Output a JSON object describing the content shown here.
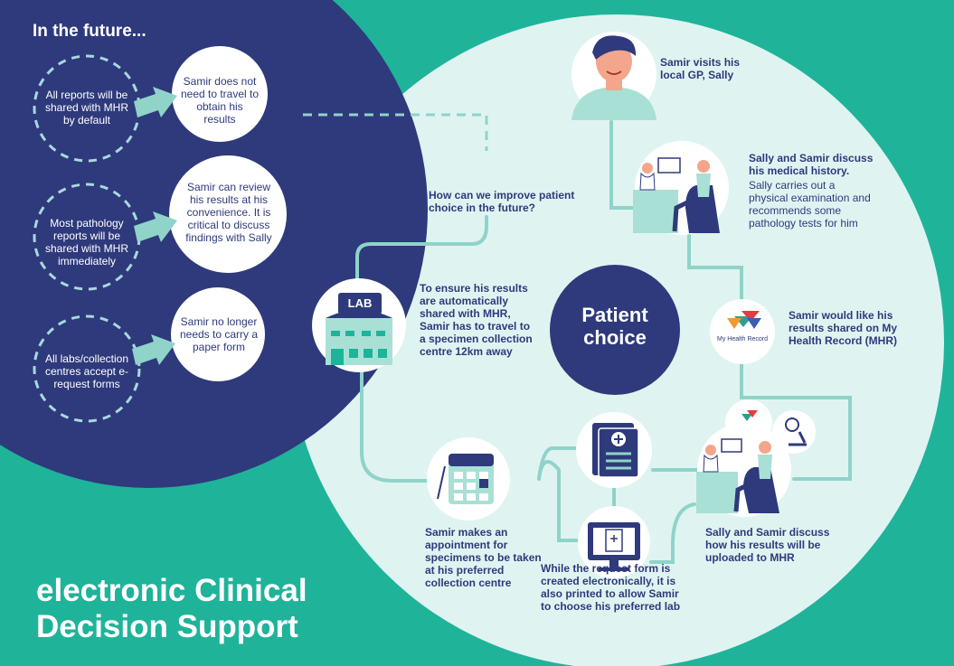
{
  "future": {
    "heading": "In the future...",
    "conditions": [
      "All reports will be shared with MHR by default",
      "Most pathology reports will be shared with MHR immediately",
      "All labs/collection centres accept e-request forms"
    ],
    "outcomes": [
      "Samir does not need to travel to obtain his results",
      "Samir can review his results at his convenience. It is critical to discuss findings with Sally",
      "Samir no longer needs to carry a paper form"
    ]
  },
  "journey": {
    "center_title": "Patient choice",
    "question": "How can we improve patient choice in the future?",
    "steps": [
      "Samir visits his local GP, Sally",
      "Sally and Samir discuss his medical history.",
      "Sally carries out a physical examination and recommends some pathology tests for him",
      "Samir would like his results shared on My Health Record (MHR)",
      "Sally and Samir discuss how his results will be uploaded to MHR",
      "While the request form is created electronically, it is also printed to allow Samir to choose his preferred lab",
      "Samir makes an appointment for specimens to be taken at his preferred collection centre",
      "To ensure his results are automatically shared with MHR, Samir has to travel to a specimen collection centre 12km away"
    ],
    "mhr_logo_text": "My Health Record",
    "lab_sign": "LAB"
  },
  "footer": {
    "title_line1": "electronic Clinical",
    "title_line2": "Decision Support"
  },
  "colors": {
    "teal": "#1fb39a",
    "navy": "#2e3a7b",
    "pale": "#dff4f1",
    "line": "#8fd3c9"
  }
}
